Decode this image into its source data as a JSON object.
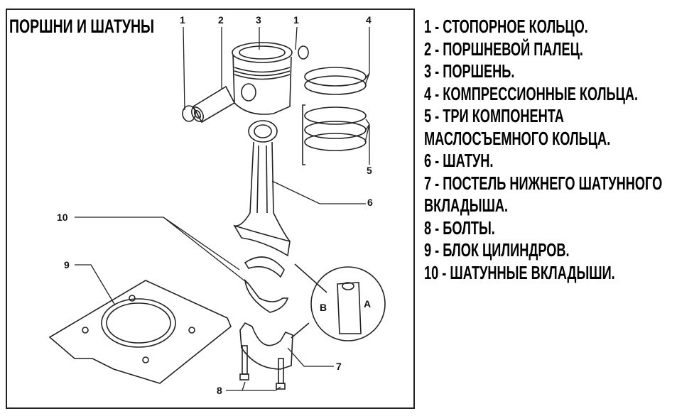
{
  "figure": {
    "title": "ПОРШНИ И ШАТУНЫ",
    "callouts": {
      "c1a": "1",
      "c2": "2",
      "c3": "3",
      "c1b": "1",
      "c4": "4",
      "c5": "5",
      "c6": "6",
      "c10": "10",
      "c9": "9",
      "c7": "7",
      "c8": "8",
      "cA": "A",
      "cB": "B"
    }
  },
  "legend": [
    "1 - СТОПОРНОЕ КОЛЬЦО.",
    "2 - ПОРШНЕВОЙ ПАЛЕЦ.",
    "3 - ПОРШЕНЬ.",
    "4 - КОМПРЕССИОННЫЕ КОЛЬЦА.",
    "5 - ТРИ КОМПОНЕНТА",
    "МАСЛОСЪЕМНОГО КОЛЬЦА.",
    "6 - ШАТУН.",
    "7 - ПОСТЕЛЬ НИЖНЕГО ШАТУННОГО",
    "ВКЛАДЫША.",
    "8 - БОЛТЫ.",
    "9 - БЛОК ЦИЛИНДРОВ.",
    "10 - ШАТУННЫЕ ВКЛАДЫШИ."
  ]
}
